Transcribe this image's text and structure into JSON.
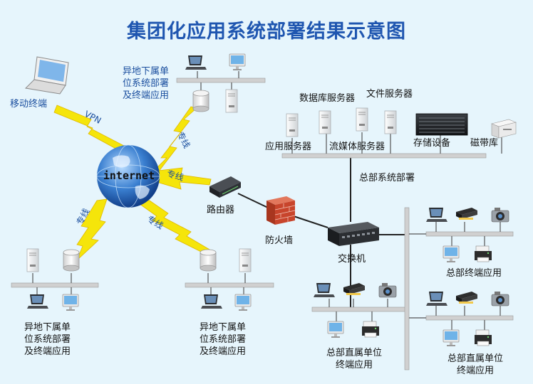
{
  "title": "集团化应用系统部署结果示意图",
  "labels": {
    "mobile_terminal": "移动终端",
    "vpn": "VPN",
    "internet": "internet",
    "leased_line": "专线",
    "remote_unit_top": [
      "异地下属单",
      "位系统部署",
      "及终端应用"
    ],
    "remote_unit_left": [
      "异地下属单",
      "位系统部署",
      "及终端应用"
    ],
    "remote_unit_middle": [
      "异地下属单",
      "位系统部署",
      "及终端应用"
    ],
    "router": "路由器",
    "firewall": "防火墙",
    "switch": "交换机",
    "database_server": "数据库服务器",
    "file_server": "文件服务器",
    "app_server": "应用服务器",
    "streaming_server": "流媒体服务器",
    "storage": "存储设备",
    "tape_library": "磁带库",
    "hq_deployment": "总部系统部署",
    "hq_terminal": "总部终端应用",
    "hq_direct_unit_bottom": [
      "总部直属单位",
      "终端应用"
    ],
    "hq_direct_unit_right": [
      "总部直属单位",
      "终端应用"
    ]
  },
  "colors": {
    "title": "#1f56b0",
    "background": "#e6f5fc",
    "lightning": "#f5e50a",
    "bus": "#c9c9c9",
    "firewall": "#c8452c",
    "globe": "#2d6fc4"
  },
  "icons": [
    "laptop-icon",
    "desktop-monitor-icon",
    "server-tower-icon",
    "database-cylinder-icon",
    "printer-icon",
    "camera-icon",
    "scanner-icon",
    "router-icon",
    "switch-icon",
    "firewall-icon",
    "globe-icon",
    "storage-rack-icon",
    "tape-library-icon"
  ]
}
